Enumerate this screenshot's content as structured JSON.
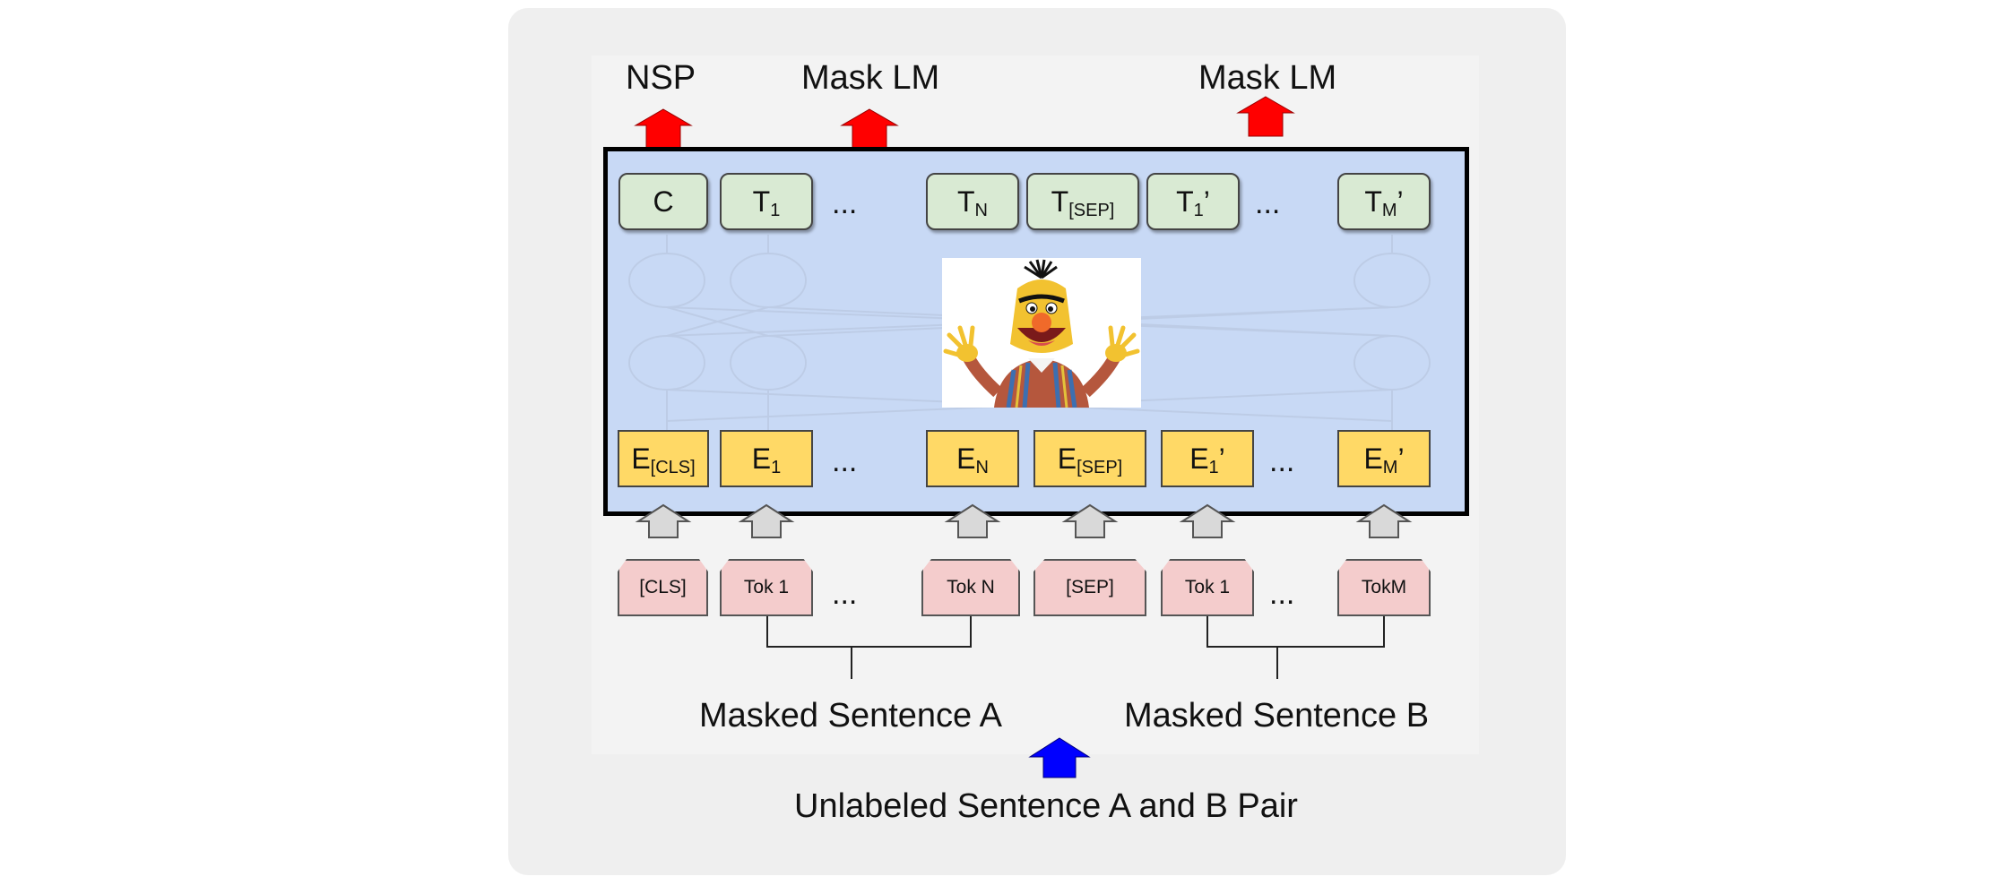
{
  "top_labels": {
    "nsp": "NSP",
    "mask_lm_1": "Mask LM",
    "mask_lm_2": "Mask LM"
  },
  "outputs": [
    {
      "main": "C",
      "sub": ""
    },
    {
      "main": "T",
      "sub": "1"
    },
    {
      "main": "T",
      "sub": "N"
    },
    {
      "main": "T",
      "sub": "[SEP]"
    },
    {
      "main": "T",
      "sub": "1",
      "prime": "’"
    },
    {
      "main": "T",
      "sub": "M",
      "prime": "’"
    }
  ],
  "embeddings": [
    {
      "main": "E",
      "sub": "[CLS]"
    },
    {
      "main": "E",
      "sub": "1"
    },
    {
      "main": "E",
      "sub": "N"
    },
    {
      "main": "E",
      "sub": "[SEP]"
    },
    {
      "main": "E",
      "sub": "1",
      "prime": "’"
    },
    {
      "main": "E",
      "sub": "M",
      "prime": "’"
    }
  ],
  "tokens": [
    "[CLS]",
    "Tok 1",
    "Tok N",
    "[SEP]",
    "Tok 1",
    "TokM"
  ],
  "ellipsis": "...",
  "sentence_a": "Masked Sentence A",
  "sentence_b": "Masked Sentence B",
  "bottom_label": "Unlabeled Sentence A and B Pair",
  "colors": {
    "output_arrow": "#ff0000",
    "input_arrow": "#0000ff",
    "transformer_bg": "#c8d9f5",
    "output_box": "#d9ead3",
    "embedding_box": "#ffd966",
    "token_box": "#f4cccc"
  },
  "icons": {
    "output_arrow": "up-arrow-red-icon",
    "input_arrow": "up-arrow-blue-icon",
    "embed_arrow": "up-arrow-gray-icon",
    "center_image": "bert-muppet-icon"
  }
}
